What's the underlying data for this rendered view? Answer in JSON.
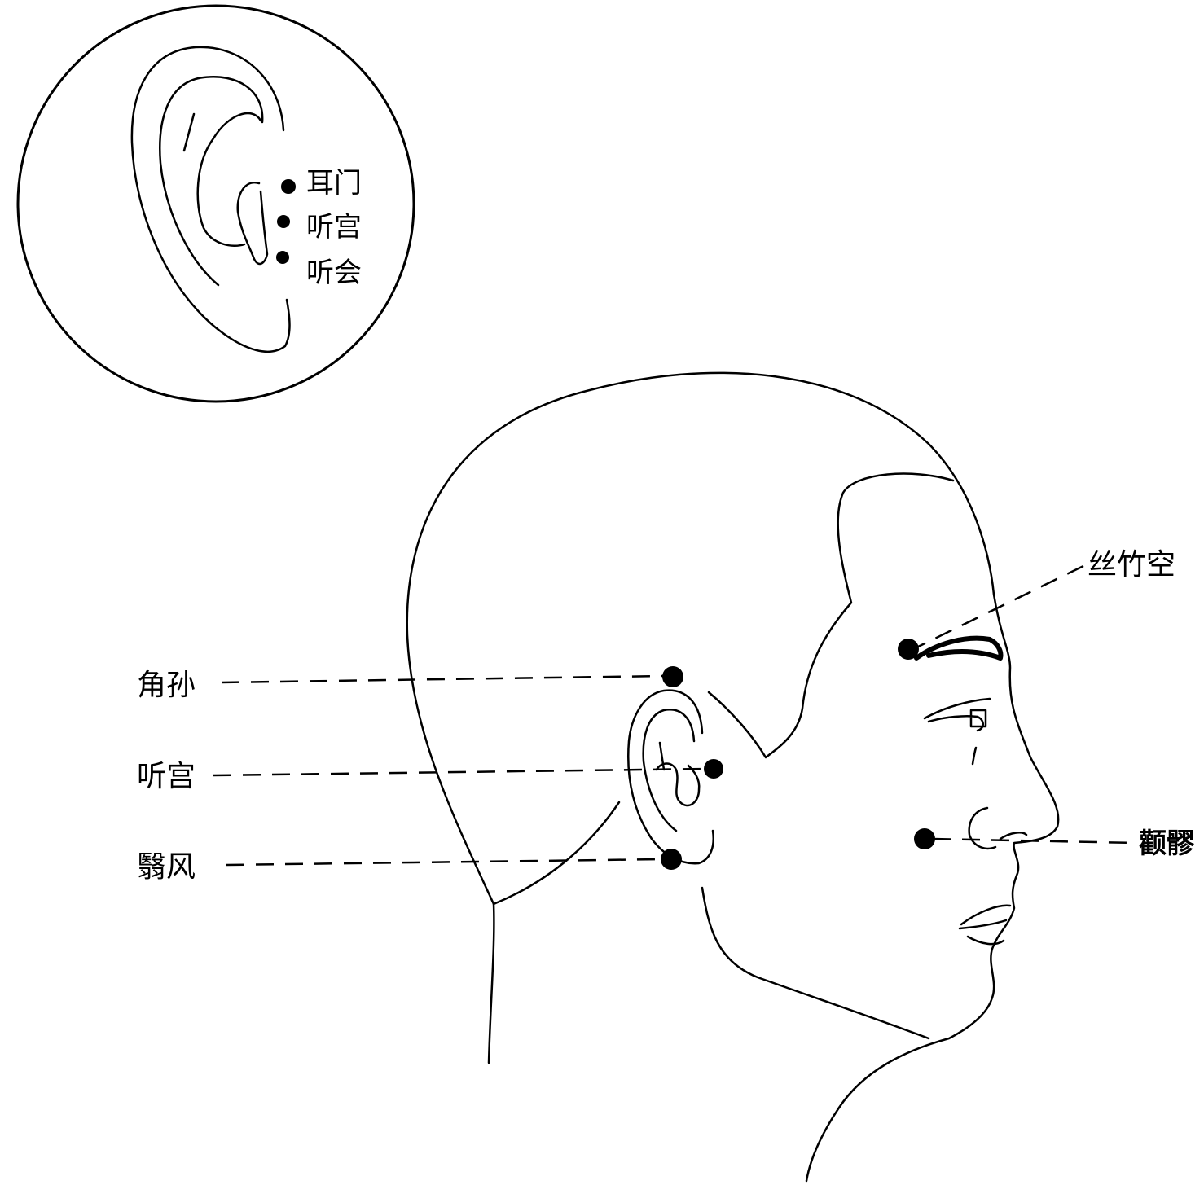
{
  "inset": {
    "points": [
      {
        "id": "ermen",
        "label": "耳门"
      },
      {
        "id": "tinggong",
        "label": "听宫"
      },
      {
        "id": "tinghui",
        "label": "听会"
      }
    ]
  },
  "head": {
    "points": [
      {
        "id": "jiaosun",
        "label": "角孙"
      },
      {
        "id": "tinggong",
        "label": "听宫"
      },
      {
        "id": "yifeng",
        "label": "翳风"
      },
      {
        "id": "sizhukong",
        "label": "丝竹空"
      },
      {
        "id": "quanliao",
        "label": "颧髎"
      }
    ]
  },
  "colors": {
    "ink": "#000000",
    "background": "#ffffff"
  }
}
